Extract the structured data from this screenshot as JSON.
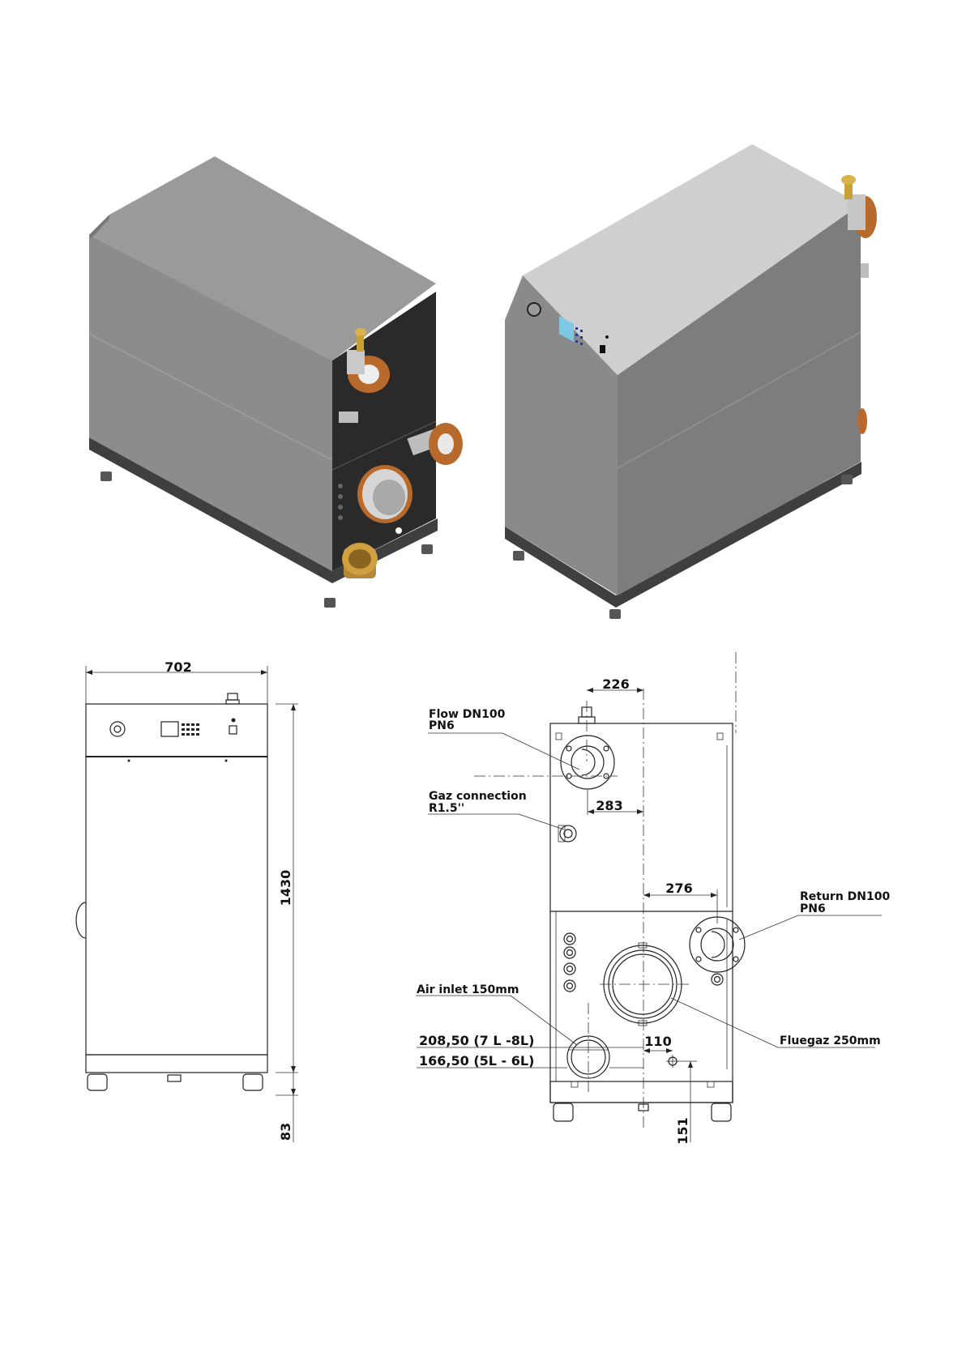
{
  "colors": {
    "body_gray": "#8c8c8c",
    "body_side": "#7d7d7d",
    "top_gray": "#a8a8a8",
    "light_top": "#cfcfcf",
    "base_dark": "#3f3f3f",
    "panel_dark": "#2a2a2a",
    "copper": "#b8692c",
    "brass": "#c9a035",
    "screen_blue": "#7ec8e6"
  },
  "icons": [
    "boiler-rear-isometric",
    "boiler-front-isometric",
    "power-switch-icon",
    "control-keypad-icon"
  ],
  "front_view": {
    "width_dim": "702",
    "height_dim": "1430",
    "base_dim": "83"
  },
  "rear_view": {
    "dim_226": "226",
    "dim_283": "283",
    "dim_276": "276",
    "dim_110": "110",
    "dim_151": "151",
    "flow_label_1": "Flow DN100",
    "flow_label_2": "PN6",
    "gas_label_1": "Gaz connection",
    "gas_label_2": "R1.5''",
    "return_label_1": "Return DN100",
    "return_label_2": "PN6",
    "air_label": "Air inlet 150mm",
    "flue_label": "Fluegaz 250mm",
    "height_1": "208,50  (7 L -8L)",
    "height_2": "166,50   (5L - 6L)"
  }
}
